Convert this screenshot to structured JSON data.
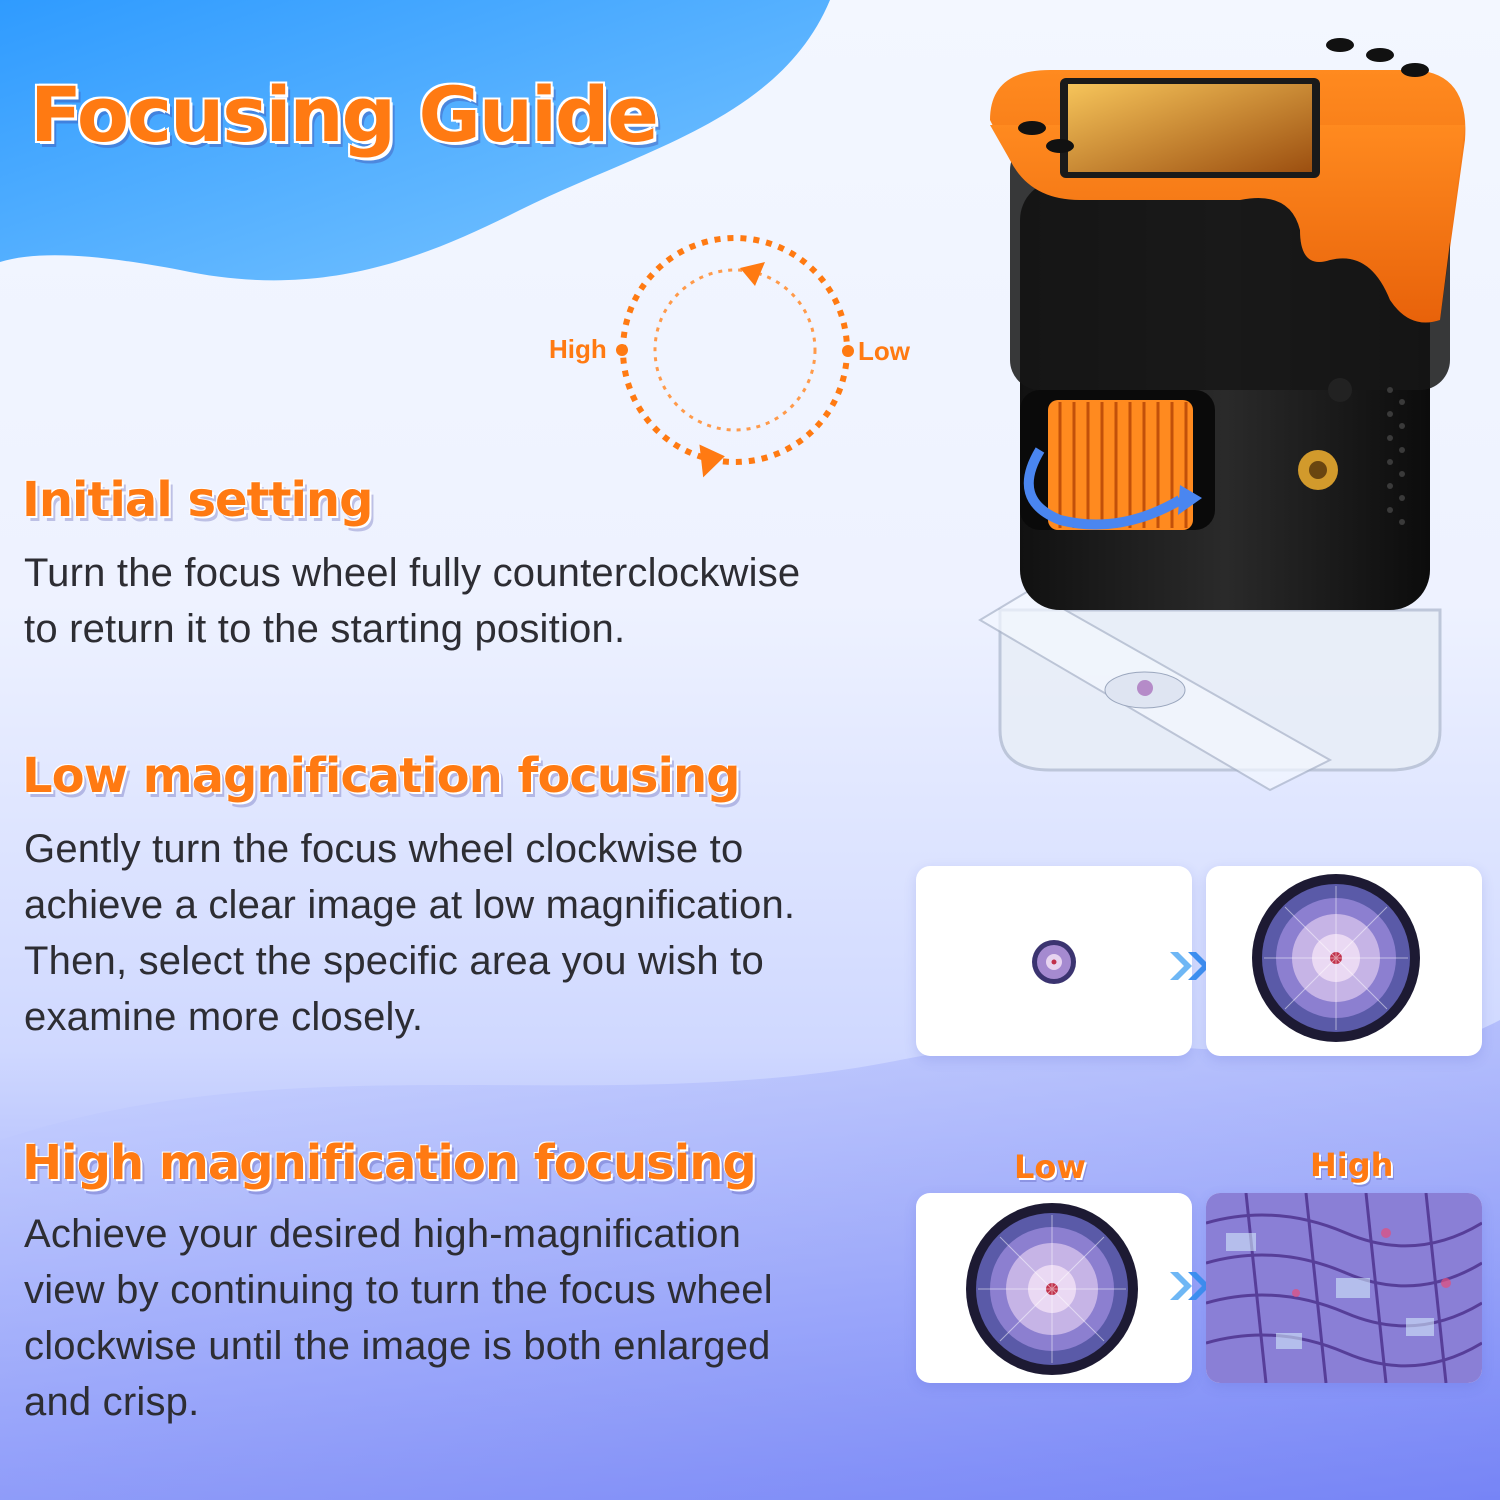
{
  "title": "Focusing Guide",
  "dial": {
    "high_label": "High",
    "low_label": "Low"
  },
  "sections": {
    "initial": {
      "heading": "Initial setting",
      "lines": [
        "Turn the focus wheel fully counterclockwise",
        "to return it to the starting position."
      ]
    },
    "low": {
      "heading": "Low magnification focusing",
      "lines": [
        "Gently turn the focus wheel clockwise to",
        "achieve a clear image at low magnification.",
        "Then, select the specific area you wish to",
        "examine more closely."
      ]
    },
    "high": {
      "heading": "High magnification focusing",
      "lines": [
        "Achieve your desired high-magnification",
        "view by continuing to turn the focus wheel",
        "clockwise until the image is both enlarged",
        "and crisp."
      ]
    }
  },
  "comparison_labels": {
    "low": "Low",
    "high": "High"
  },
  "colors": {
    "accent": "#ff7a12",
    "blue": "#4a86f0",
    "text": "#2d2d33"
  },
  "icons": [
    "rotation-dial-icon",
    "focus-direction-arrow-icon",
    "chevron-arrows-icon"
  ]
}
